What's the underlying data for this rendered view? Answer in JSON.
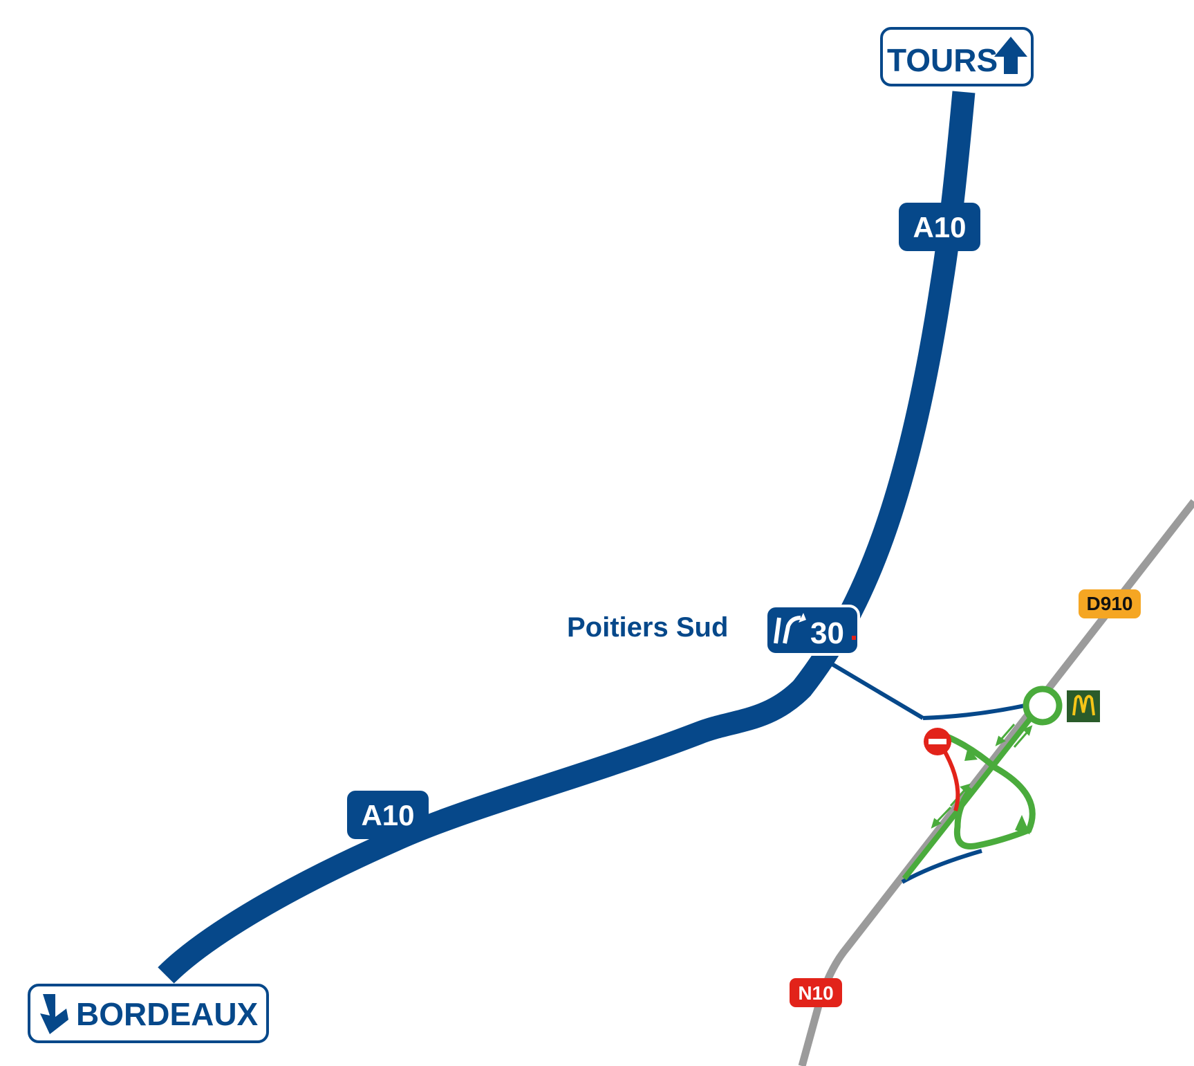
{
  "destinations": {
    "north": "TOURS",
    "south": "BORDEAUX"
  },
  "motorway": {
    "name": "A10",
    "color": "#06488a"
  },
  "exit": {
    "number": "30",
    "name": "Poitiers Sud",
    "icon": "exit-ramp-icon"
  },
  "roads": {
    "d910": {
      "label": "D910",
      "color": "#f5a623"
    },
    "n10": {
      "label": "N10",
      "color": "#e2231a"
    }
  },
  "route_colors": {
    "recommended": "#4aab3c",
    "no_entry": "#e2231a",
    "secondary": "#9b9b9b"
  },
  "poi": {
    "restaurant": {
      "icon": "mcdonalds-logo-icon",
      "background": "#2a5b2a",
      "accent": "#f5c518"
    }
  },
  "markers": {
    "roundabout": "roundabout-icon",
    "no_entry": "no-entry-icon"
  }
}
